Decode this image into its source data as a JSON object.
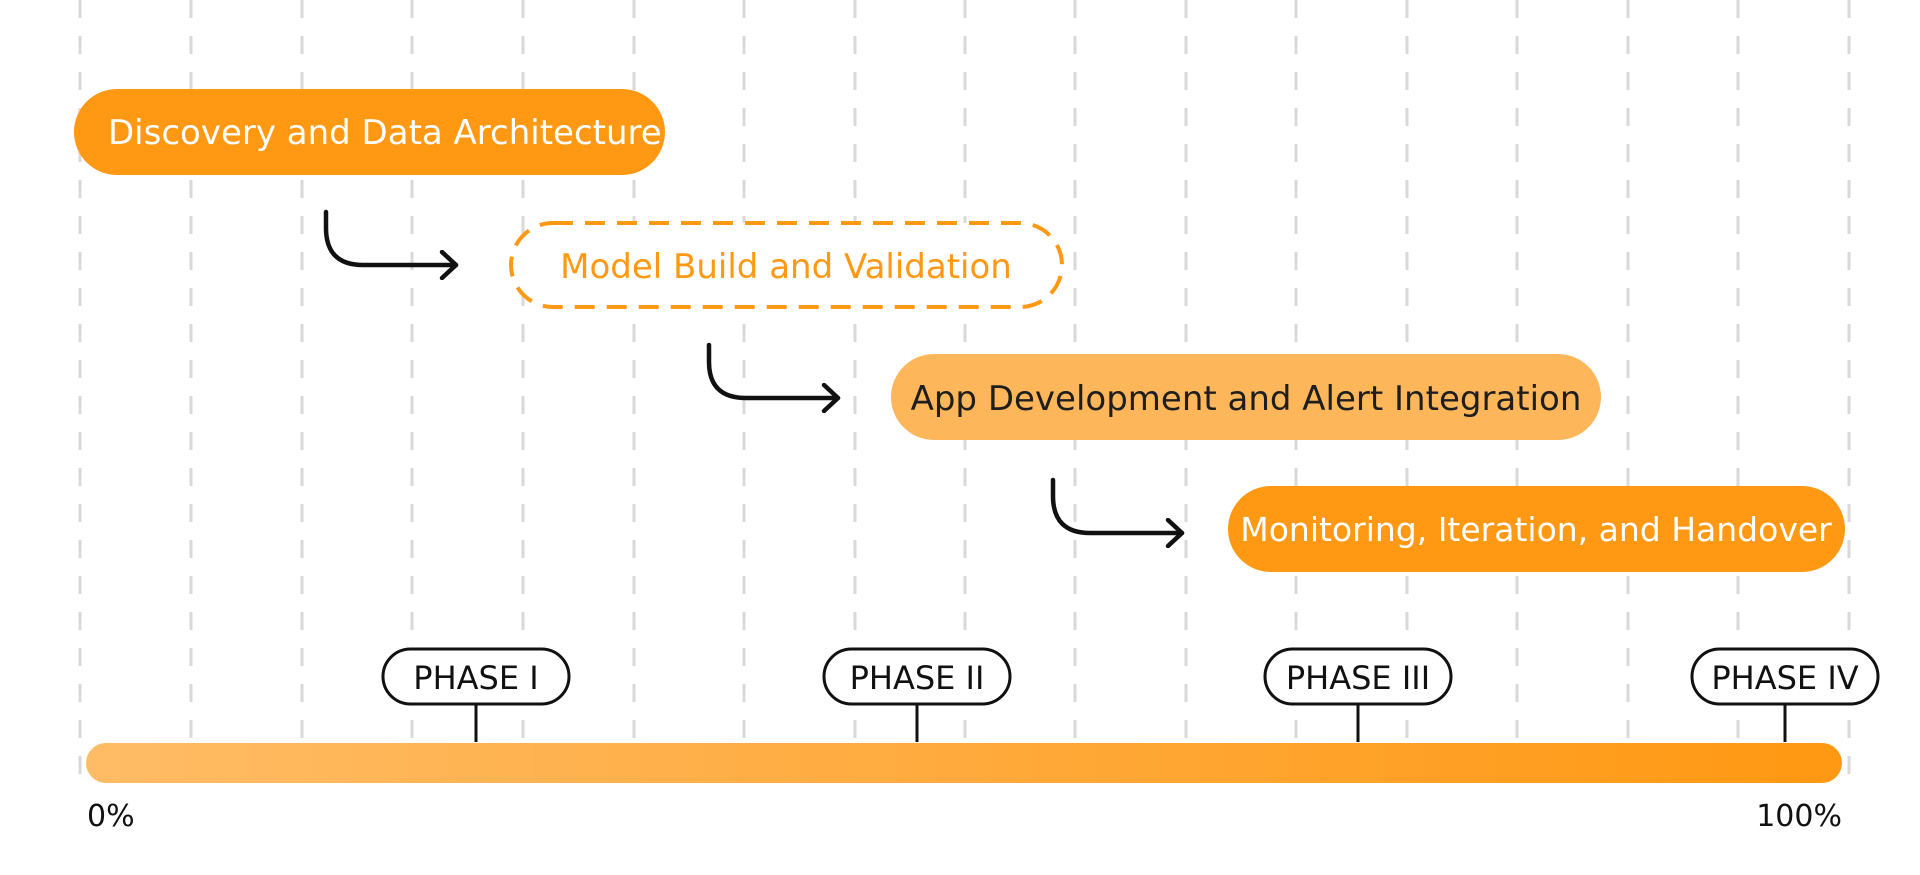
{
  "steps": [
    {
      "label": "Discovery and Data Architecture"
    },
    {
      "label": "Model Build and Validation"
    },
    {
      "label": "App Development and Alert Integration"
    },
    {
      "label": "Monitoring, Iteration, and Handover"
    }
  ],
  "phases": [
    {
      "label": "PHASE I"
    },
    {
      "label": "PHASE II"
    },
    {
      "label": "PHASE III"
    },
    {
      "label": "PHASE IV"
    }
  ],
  "progress": {
    "start_label": "0%",
    "end_label": "100%"
  },
  "colors": {
    "accent": "#FF9812",
    "accent_light": "#FFBC66",
    "accent_mid": "#FDB65A",
    "text_white": "#FFFFFF",
    "text_dark": "#1E1E1E",
    "grid": "#D9D9D9"
  }
}
